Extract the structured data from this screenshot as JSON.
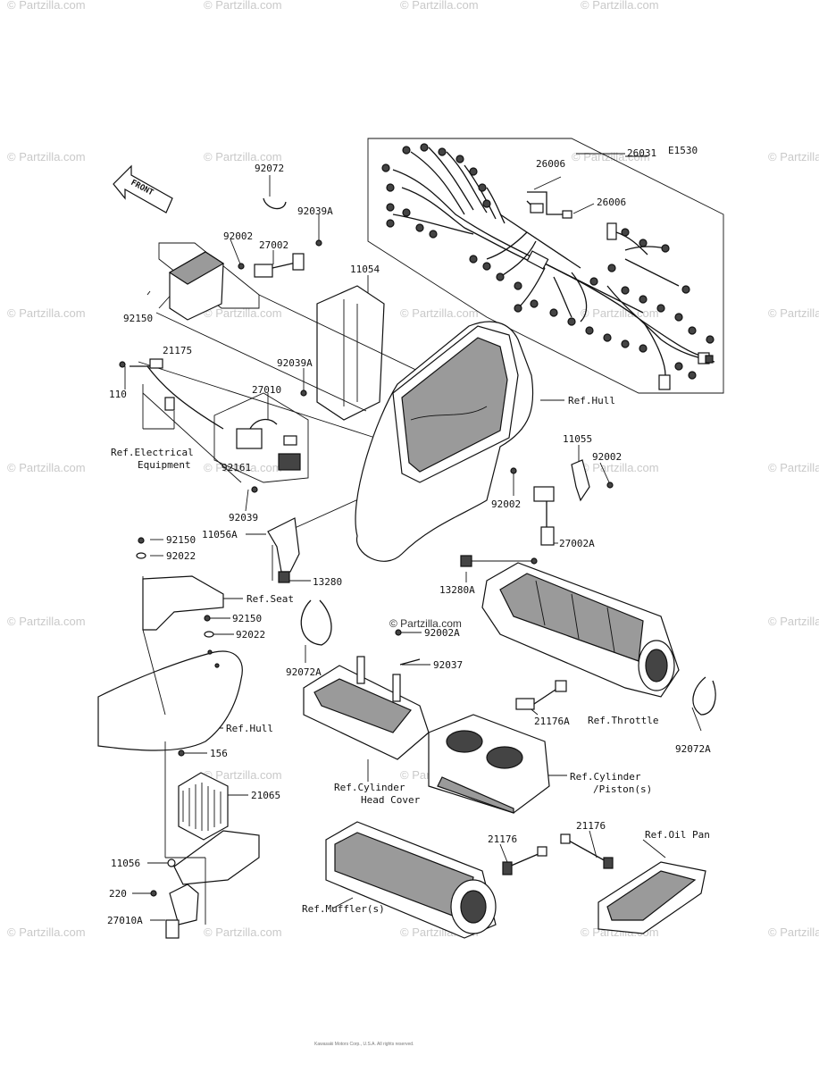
{
  "diagram_code": "E1530",
  "center_watermark": "© Partzilla.com",
  "watermark": "© Partzilla.com",
  "front_label": "FRONT",
  "copyright_line1": "Kawasaki Motors Corp., U.S.A. All rights reserved.",
  "copyright_line2": "",
  "parts": {
    "p26031": "26031",
    "p26006a": "26006",
    "p26006b": "26006",
    "p92072": "92072",
    "p92039A_top": "92039A",
    "p92002_top": "92002",
    "p27002": "27002",
    "p11054": "11054",
    "p92150_top": "92150",
    "p21175": "21175",
    "p92039A_mid": "92039A",
    "p110": "110",
    "p27010": "27010",
    "p92161": "92161",
    "p11055": "11055",
    "p92002_right": "92002",
    "p92002_mid": "92002",
    "p92039": "92039",
    "p11056A": "11056A",
    "p27002A": "27002A",
    "p92150_a": "92150",
    "p92022_a": "92022",
    "p13280": "13280",
    "p13280A": "13280A",
    "p92150_b": "92150",
    "p92022_b": "92022",
    "p92002A": "92002A",
    "p92037": "92037",
    "p92072A_left": "92072A",
    "p21176A": "21176A",
    "p92072A_right": "92072A",
    "p156": "156",
    "p21065": "21065",
    "p21176_mid": "21176",
    "p21176_right": "21176",
    "p11056": "11056",
    "p220": "220",
    "p27010A": "27010A"
  },
  "refs": {
    "hull_top": "Ref.Hull",
    "electrical_1": "Ref.Electrical",
    "electrical_2": "Equipment",
    "seat": "Ref.Seat",
    "throttle": "Ref.Throttle",
    "hull_bottom": "Ref.Hull",
    "cylinder_head_1": "Ref.Cylinder",
    "cylinder_head_2": "Head Cover",
    "cylinder_piston_1": "Ref.Cylinder",
    "cylinder_piston_2": "/Piston(s)",
    "oil_pan": "Ref.Oil Pan",
    "muffler": "Ref.Muffler(s)"
  }
}
